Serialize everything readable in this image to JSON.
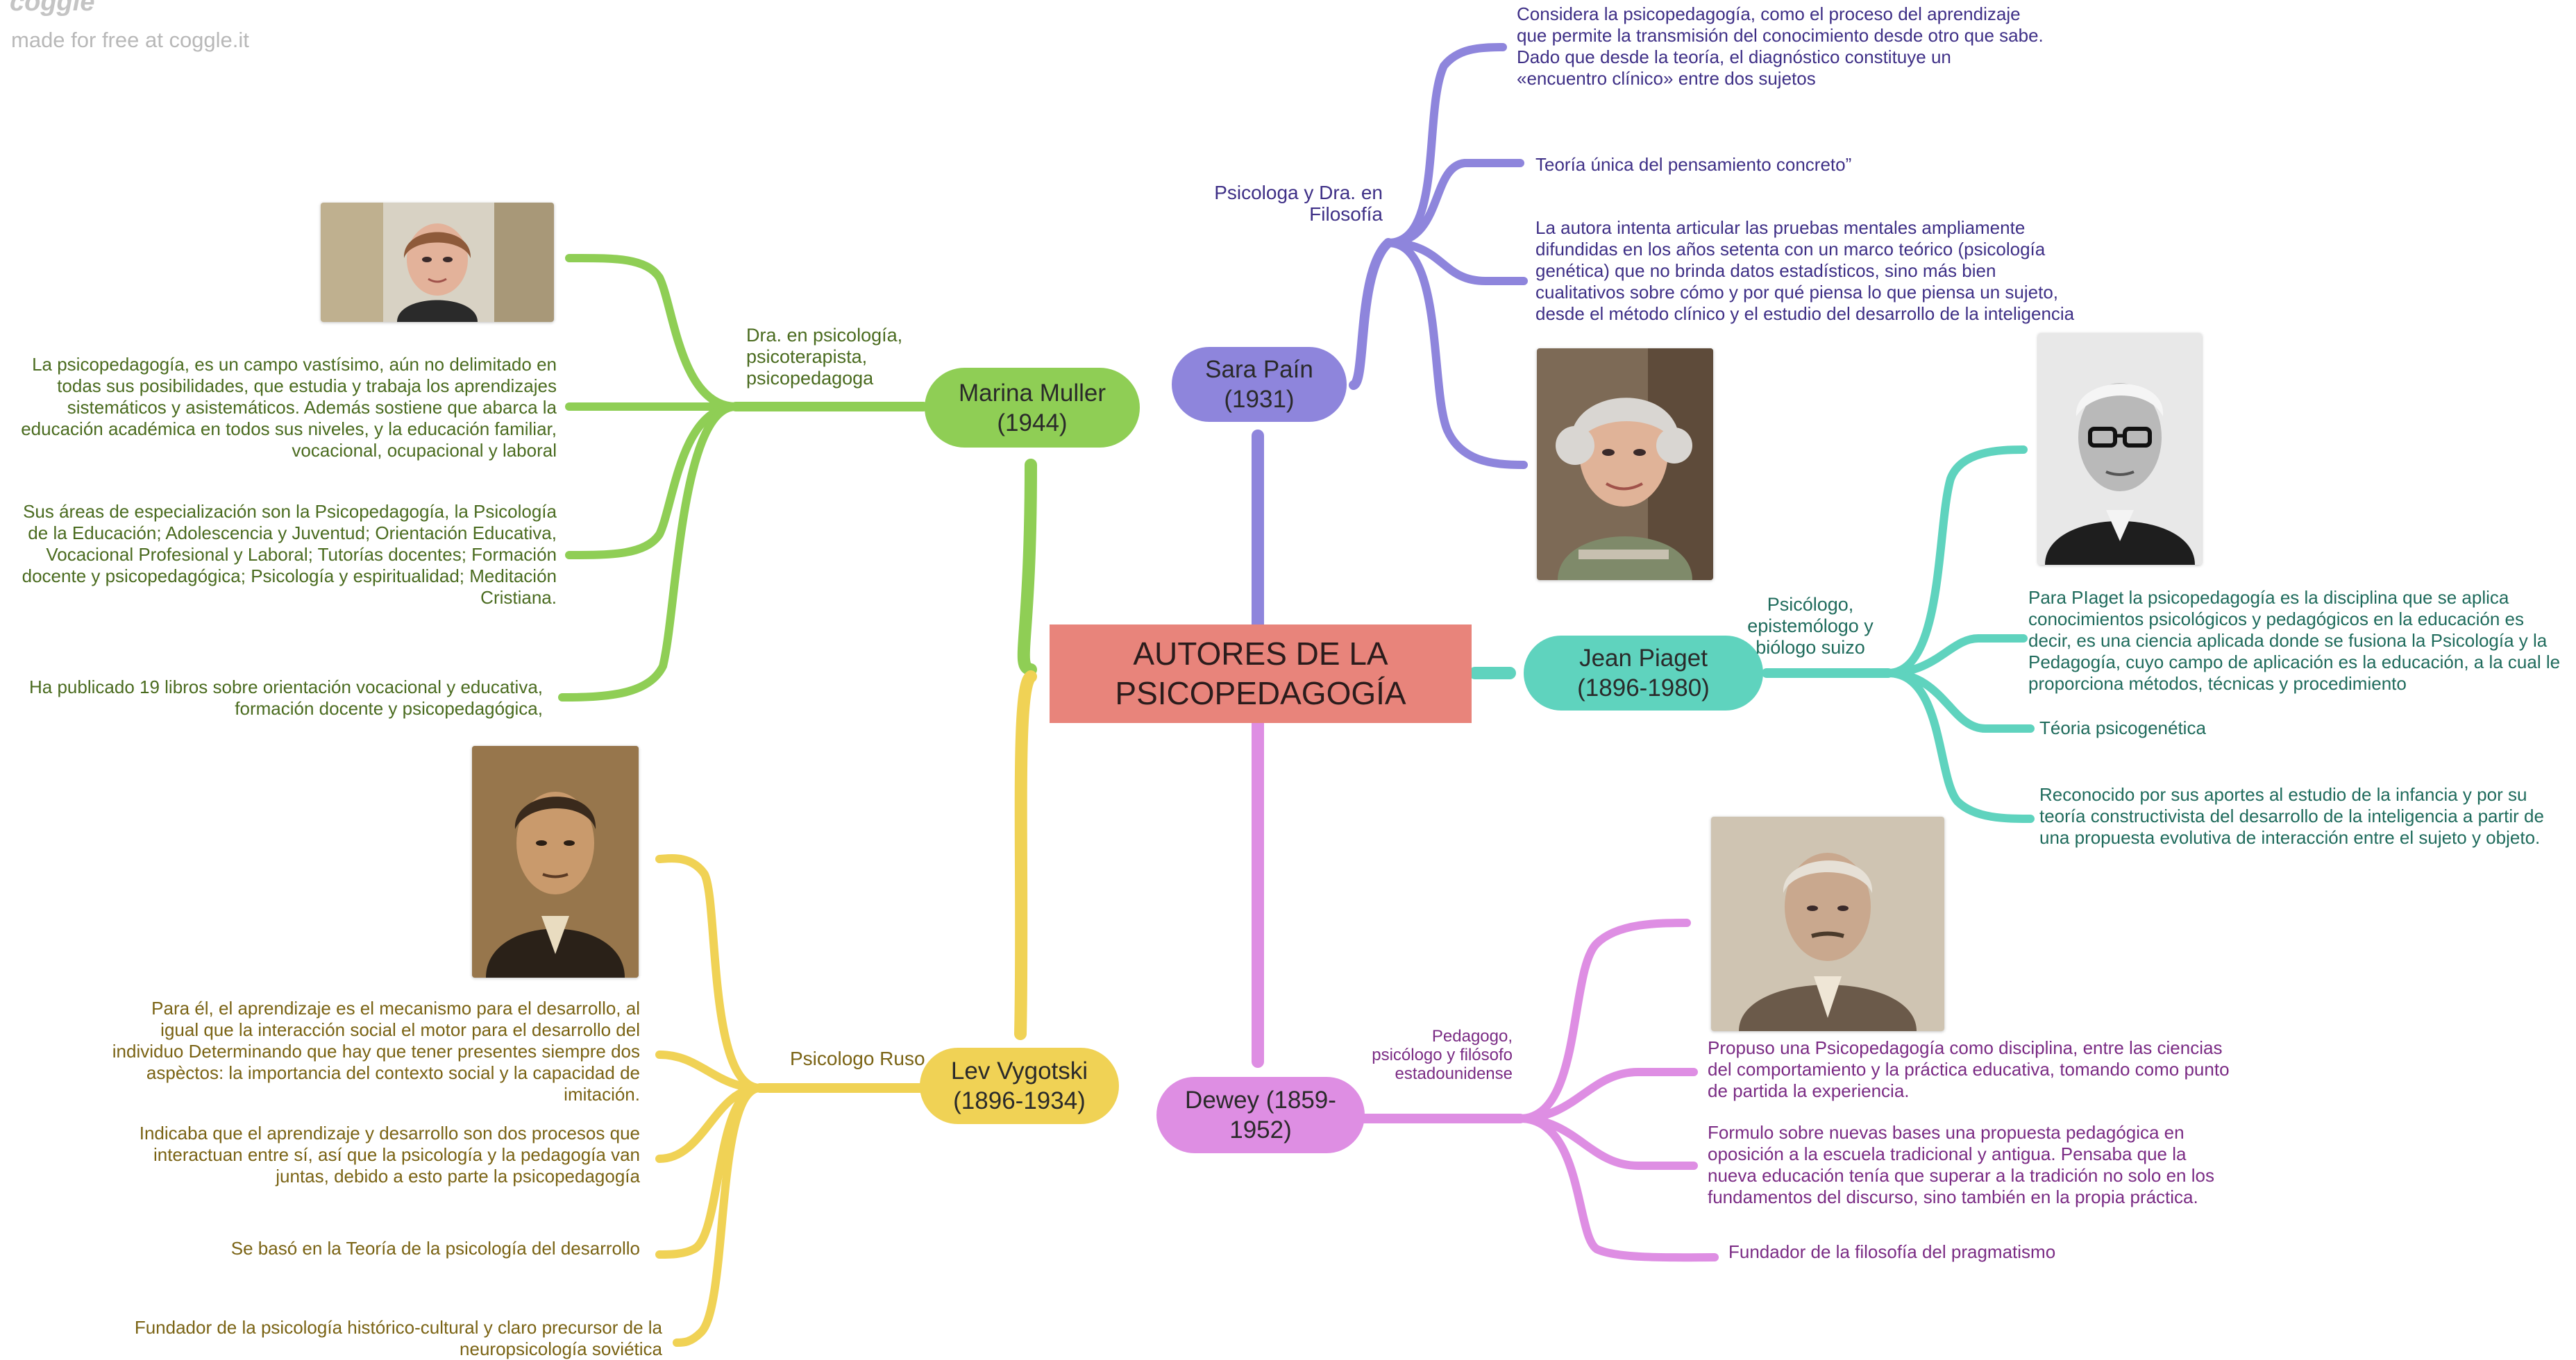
{
  "watermark": {
    "brand": "coggle",
    "note": "made for free at coggle.it"
  },
  "root": {
    "title": "AUTORES DE LA PSICOPEDAGOGÍA"
  },
  "branches": {
    "muller": {
      "color": "#8fce55",
      "text_color": "#4a6b1f",
      "name": "Marina Muller (1944)",
      "role": "Dra. en psicología, psicoterapista, psicopedagoga",
      "photo": "portrait-photo-woman",
      "leaves": [
        "La psicopedagogía, es un campo vastísimo, aún no delimitado en todas sus posibilidades, que estudia y trabaja los aprendizajes sistemáticos y asistemáticos. Además sostiene que abarca la educación académica en todos sus niveles, y la educación familiar, vocacional, ocupacional y laboral",
        "Sus áreas de especialización son la Psicopedagogía, la Psicología de la Educación; Adolescencia y Juventud; Orientación Educativa, Vocacional Profesional y Laboral; Tutorías docentes; Formación docente y psicopedagógica; Psicología y espiritualidad; Meditación Cristiana.",
        "Ha publicado 19 libros sobre orientación vocacional y educativa, formación docente y psicopedagógica,"
      ]
    },
    "pain": {
      "color": "#8e85dc",
      "text_color": "#3e2f86",
      "name": "Sara Paín (1931)",
      "role": "Psicologa y Dra. en Filosofía",
      "photo": "portrait-photo-woman-grey-hair",
      "leaves": [
        "Considera la psicopedagogía, como el proceso del aprendizaje que permite la transmisión del conocimiento desde otro que sabe. Dado que desde la teoría, el diagnóstico constituye un «encuentro clínico» entre dos sujetos",
        "Teoría única del pensamiento concreto”",
        "La autora intenta articular las pruebas mentales ampliamente difundidas en los años setenta con un marco teórico (psicología genética) que no brinda datos estadísticos, sino más bien cualitativos sobre cómo y por qué piensa lo que piensa un sujeto, desde el método clínico y el estudio del desarrollo de la inteligencia"
      ]
    },
    "piaget": {
      "color": "#5fd3be",
      "text_color": "#1f6b5c",
      "name": "Jean Piaget (1896-1980)",
      "role": "Psicólogo, epistemólogo y biólogo suizo",
      "photo": "portrait-photo-man-glasses",
      "leaves": [
        "Para PIaget la psicopedagogía es la disciplina que se aplica conocimientos psicológicos y pedagógicos en la educación es decir, es una ciencia aplicada donde se fusiona la Psicología y la Pedagogía, cuyo campo de aplicación es la educación, a la cual le proporciona métodos, técnicas y procedimiento",
        "Téoria psicogenética",
        "Reconocido por sus aportes al estudio de la infancia y por su teoría constructivista del desarrollo de la inteligencia a partir de una propuesta evolutiva de interacción entre el sujeto y objeto."
      ]
    },
    "dewey": {
      "color": "#de8ee3",
      "text_color": "#7a2b84",
      "name": "Dewey (1859-1952)",
      "role": "Pedagogo, psicólogo y filósofo estadounidense",
      "photo": "portrait-photo-man-sepia",
      "leaves": [
        "Propuso una Psicopedagogía como disciplina, entre las ciencias del comportamiento y la práctica educativa, tomando como punto de partida la experiencia.",
        "Formulo sobre nuevas bases una propuesta pedagógica en oposición a la escuela tradicional y antigua. Pensaba que la nueva educación tenía que superar a la tradición no solo en los fundamentos del discurso, sino también en la propia práctica.",
        "Fundador de la filosofía del pragmatismo"
      ]
    },
    "vygotski": {
      "color": "#f0d255",
      "text_color": "#7a6314",
      "name": "Lev Vygotski (1896-1934)",
      "role": "Psicologo Ruso",
      "photo": "portrait-photo-man-vintage",
      "leaves": [
        "Para él, el aprendizaje es el mecanismo para el desarrollo, al igual que la interacción social el motor para el desarrollo del individuo Determinando que hay que tener presentes siempre dos aspèctos: la importancia del contexto social y la capacidad de imitación.",
        "Indicaba que el aprendizaje y desarrollo son dos procesos que interactuan entre sí, así que la psicología y la pedagogía van juntas, debido a esto parte la psicopedagogía",
        "Se basó en la Teoría de la psicología del desarrollo",
        "Fundador de la psicología histórico-cultural y claro precursor de la neuropsicología soviética"
      ]
    }
  }
}
